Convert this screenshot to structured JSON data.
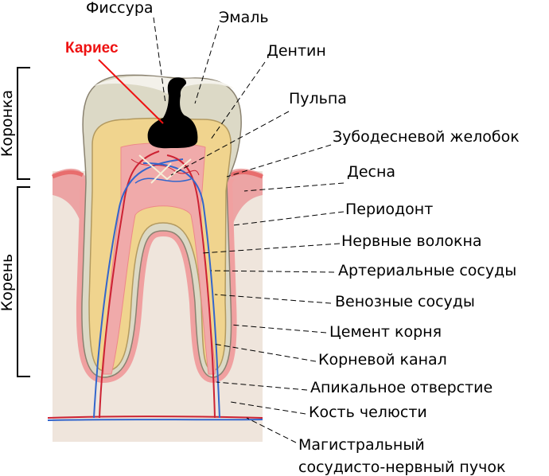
{
  "title": "Строение зуба с кариесом",
  "colors": {
    "caries": "#ee1111",
    "enamel": "#dcd9c6",
    "dentin": "#f0d48e",
    "pulp": "#f0aaaa",
    "gum": "#ec9f9f",
    "bone": "#efe5dc",
    "artery": "#cc2233",
    "vein": "#3366cc"
  },
  "regions": {
    "crown": "Коронка",
    "root": "Корень"
  },
  "caries_label": "Кариес",
  "labels": [
    "Фиссура",
    "Эмаль",
    "Дентин",
    "Пульпа",
    "Зубодесневой желобок",
    "Десна",
    "Периодонт",
    "Нервные волокна",
    "Артериальные сосуды",
    "Венозные сосуды",
    "Цемент корня",
    "Корневой канал",
    "Апикальное отверстие",
    "Кость челюсти",
    "Магистральный",
    "сосудисто-нервный пучок"
  ]
}
